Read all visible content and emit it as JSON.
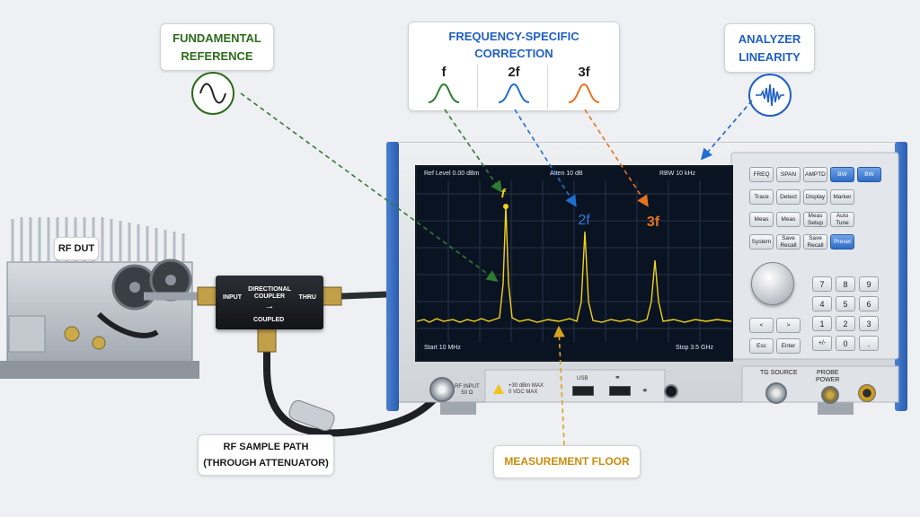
{
  "callouts": {
    "fundamental": "FUNDAMENTAL\nREFERENCE",
    "frequency": "FREQUENCY-SPECIFIC\nCORRECTION",
    "linearity": "ANALYZER\nLINEARITY",
    "rf_dut": "RF DUT",
    "sample_path": "RF SAMPLE PATH\n(THROUGH ATTENUATOR)",
    "floor": "MEASUREMENT FLOOR"
  },
  "harmonic_icons": [
    {
      "label": "f",
      "color": "#2e7d32"
    },
    {
      "label": "2f",
      "color": "#1f6fd1"
    },
    {
      "label": "3f",
      "color": "#e8731b"
    }
  ],
  "coupler": {
    "title": "DIRECTIONAL\nCOUPLER",
    "arrow": "→",
    "input": "INPUT",
    "thru": "THRU",
    "coupled": "COUPLED"
  },
  "screen": {
    "ref_level": "Ref Level 0.00 dBm",
    "atten": "Atten 10 dB",
    "rbw": "RBW 10 kHz",
    "start": "Start 10 MHz",
    "stop": "Stop 3.5 GHz",
    "peak_labels": [
      "f",
      "2f",
      "3f"
    ]
  },
  "chart_data": {
    "type": "line",
    "title": "",
    "xlabel": "",
    "ylabel": "",
    "x_range": [
      "10 MHz",
      "3.5 GHz"
    ],
    "series": [
      {
        "name": "",
        "peaks": [
          {
            "label": "f",
            "level": "highest"
          },
          {
            "label": "2f",
            "level": "middle"
          },
          {
            "label": "3f",
            "level": "lowest"
          }
        ]
      }
    ]
  },
  "keys": {
    "row1": [
      "FREQ",
      "SPAN",
      "AMPTD",
      "BW",
      "BW"
    ],
    "row2": [
      "Trace",
      "Detect",
      "Display",
      "Marker"
    ],
    "row3": [
      "Meas",
      "Meas",
      "Meas Setup",
      "Auto Tune"
    ],
    "row4": [
      "System",
      "Save Recall",
      "Save Recall",
      "Preset"
    ],
    "numpad": [
      "7",
      "8",
      "9",
      "4",
      "5",
      "6",
      "1",
      "2",
      "3",
      "+/-",
      "0",
      "."
    ],
    "nav": [
      "Esc",
      "Enter"
    ]
  },
  "front_panel": {
    "rf_input": "RF INPUT\n50 Ω",
    "warning": "+30 dBm MAX\n0 VDC MAX",
    "usb": "USB",
    "tg_source": "TG SOURCE",
    "probe_power": "PROBE\nPOWER"
  },
  "colors": {
    "fundamental": "#2e7d32",
    "second": "#1f6fd1",
    "third": "#e8731b",
    "trace": "#f2d21b",
    "floor": "#e0a81c",
    "analyzer_blue": "#2b63b8"
  }
}
